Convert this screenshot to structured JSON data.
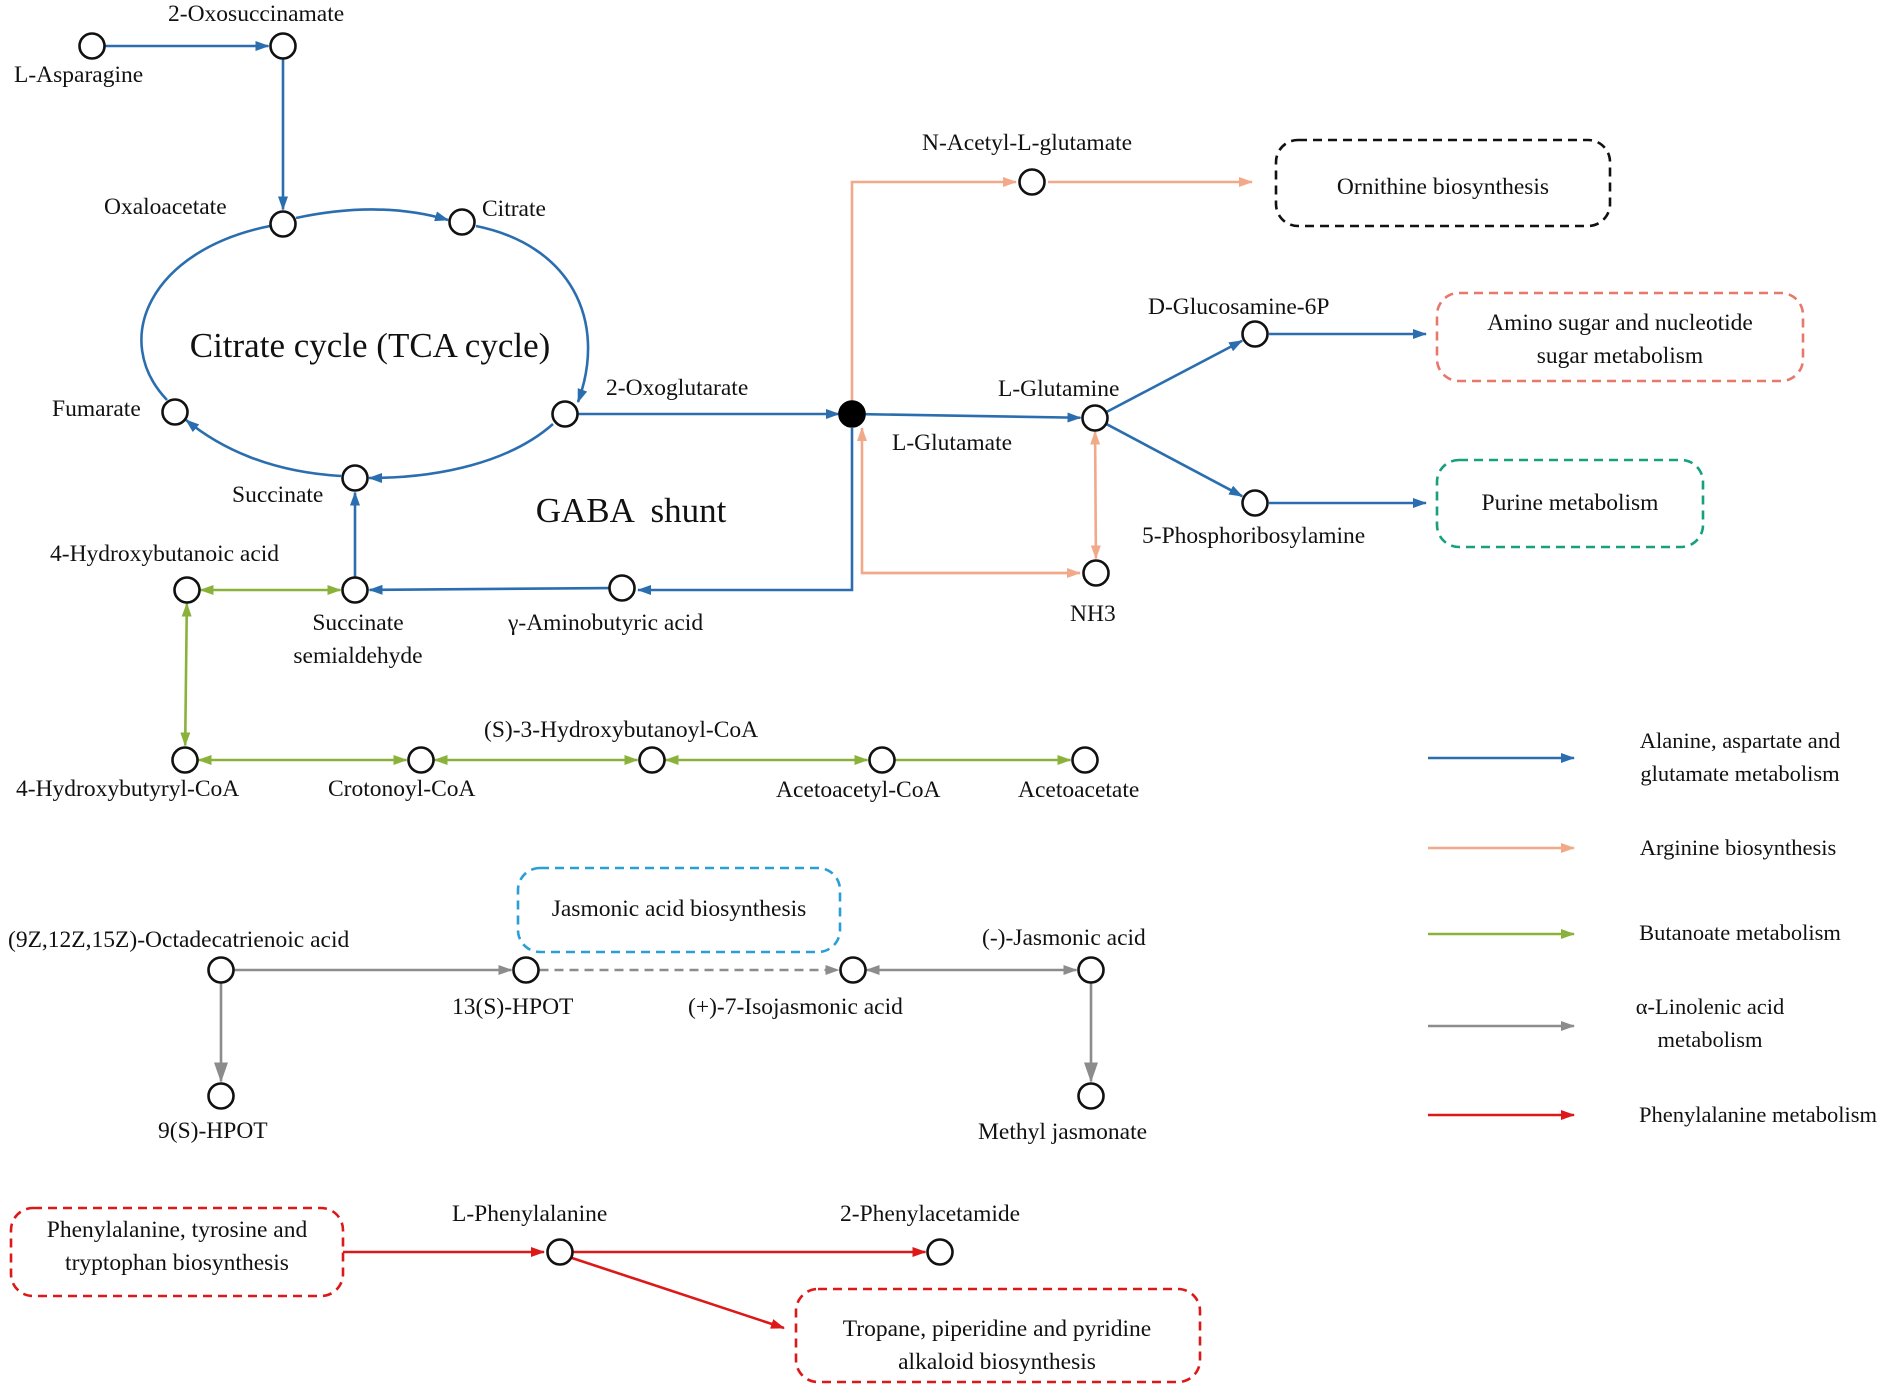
{
  "colors": {
    "alanine": "#2a6eb0",
    "arginine": "#f2a98a",
    "butanoate": "#8ab23a",
    "linolenic": "#8c8c8c",
    "phenylalanine": "#dd1818",
    "purine_box": "#16a07e",
    "jasmonic_box": "#2a9fd6",
    "node_stroke": "#111111"
  },
  "title": "Citrate cycle (TCA cycle)",
  "gaba_label": "GABA  shunt",
  "metabolites": {
    "l_asparagine": "L-Asparagine",
    "oxosuccinamate": "2-Oxosuccinamate",
    "oxaloacetate": "Oxaloacetate",
    "citrate": "Citrate",
    "fumarate": "Fumarate",
    "oxoglutarate": "2-Oxoglutarate",
    "succinate": "Succinate",
    "n_acetyl_glutamate": "N-Acetyl-L-glutamate",
    "d_glucosamine_6p": "D-Glucosamine-6P",
    "l_glutamine": "L-Glutamine",
    "l_glutamate": "L-Glutamate",
    "phosphoribosylamine": "5-Phosphoribosylamine",
    "nh3": "NH3",
    "hydroxybutanoic_acid": "4-Hydroxybutanoic acid",
    "succinate_semialdehyde_1": "Succinate",
    "succinate_semialdehyde_2": "semialdehyde",
    "gaba": "γ-Aminobutyric acid",
    "hydroxybutyryl_coa": "4-Hydroxybutyryl-CoA",
    "crotonoyl_coa": "Crotonoyl-CoA",
    "hydroxybutanoyl_coa": "(S)-3-Hydroxybutanoyl-CoA",
    "acetoacetyl_coa": "Acetoacetyl-CoA",
    "acetoacetate": "Acetoacetate",
    "octadecatrienoic_acid": "(9Z,12Z,15Z)-Octadecatrienoic acid",
    "hpot_13s": "13(S)-HPOT",
    "isojasmonic_acid": "(+)-7-Isojasmonic acid",
    "jasmonic_acid": "(-)-Jasmonic acid",
    "hpot_9s": "9(S)-HPOT",
    "methyl_jasmonate": "Methyl jasmonate",
    "l_phenylalanine": "L-Phenylalanine",
    "phenylacetamide": "2-Phenylacetamide"
  },
  "pathway_boxes": {
    "ornithine": [
      "Ornithine biosynthesis"
    ],
    "amino_sugar": [
      "Amino sugar and nucleotide",
      "sugar metabolism"
    ],
    "purine": [
      "Purine metabolism"
    ],
    "jasmonic": [
      "Jasmonic acid biosynthesis"
    ],
    "phe_tyr_trp": [
      "Phenylalanine, tyrosine and",
      "tryptophan biosynthesis"
    ],
    "tropane": [
      "Tropane, piperidine and pyridine",
      "alkaloid biosynthesis"
    ]
  },
  "legend": [
    {
      "key": "alanine",
      "lines": [
        "Alanine, aspartate and",
        "glutamate metabolism"
      ]
    },
    {
      "key": "arginine",
      "lines": [
        "Arginine biosynthesis"
      ]
    },
    {
      "key": "butanoate",
      "lines": [
        "Butanoate metabolism"
      ]
    },
    {
      "key": "linolenic",
      "lines": [
        "α-Linolenic acid",
        "metabolism"
      ]
    },
    {
      "key": "phenylalanine",
      "lines": [
        "Phenylalanine metabolism"
      ]
    }
  ]
}
